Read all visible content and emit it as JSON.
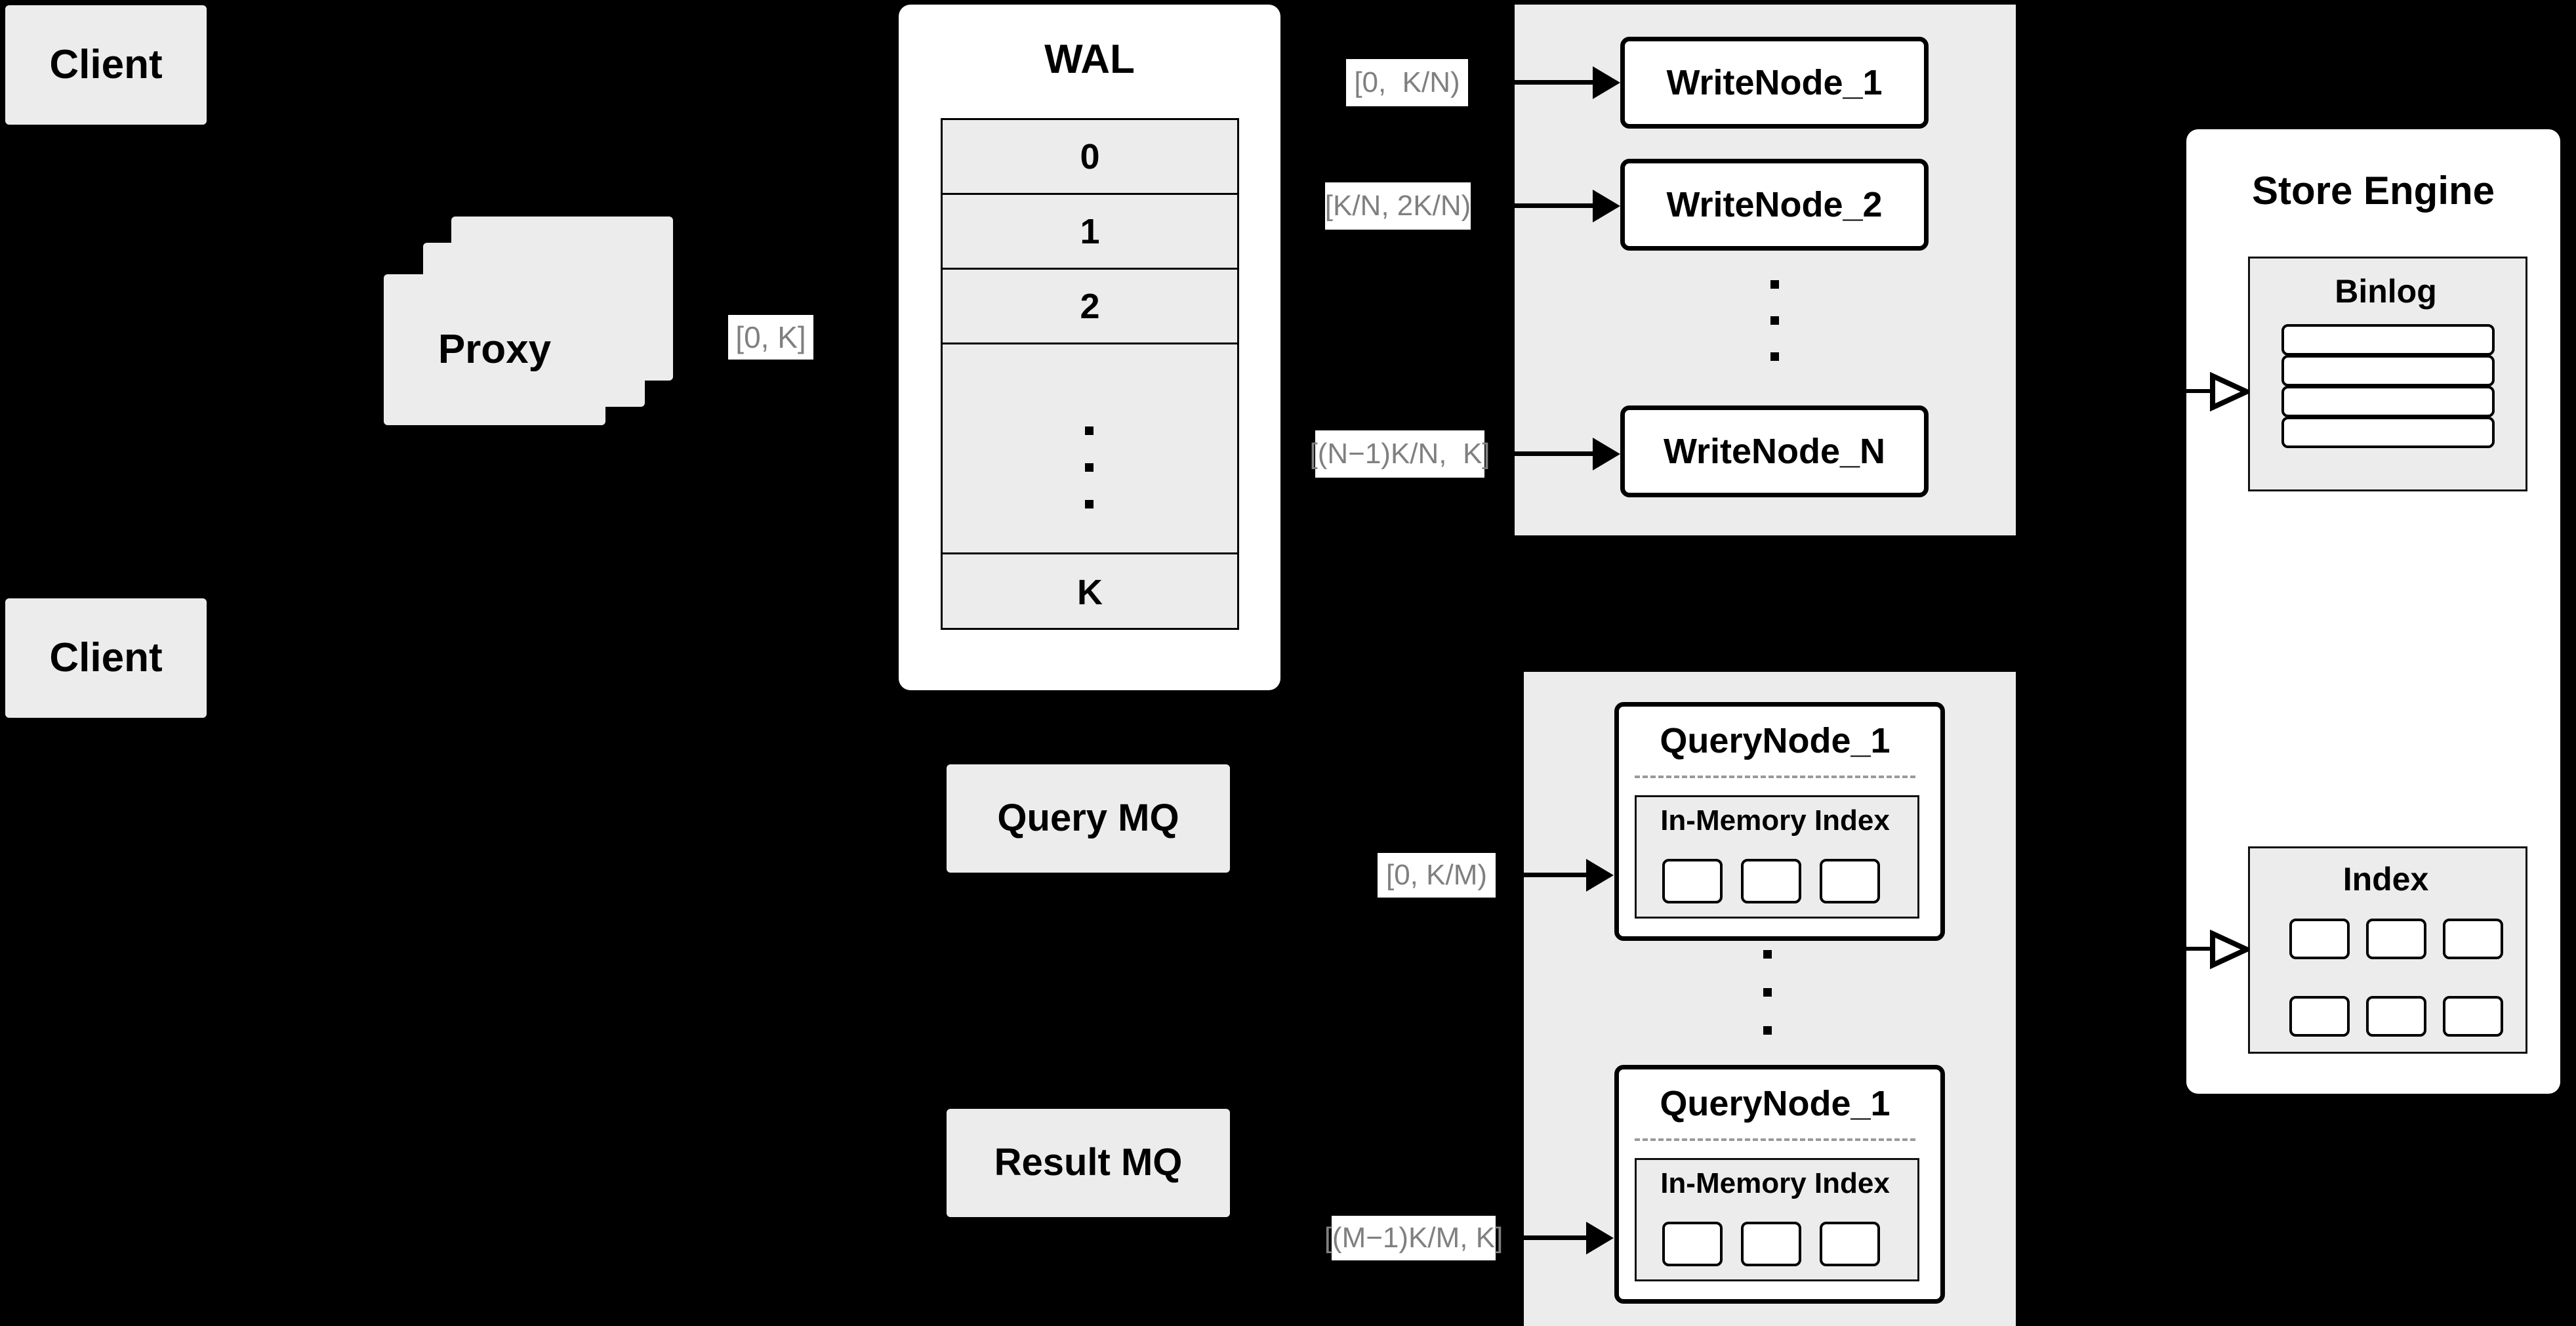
{
  "diagram": {
    "title": "Distributed vector database write/query architecture",
    "colors": {
      "background": "#000000",
      "block_fill": "#ececec",
      "panel_fill": "#ffffff",
      "stroke": "#000000",
      "label_text": "#808080",
      "dashed_separator": "#9a9a9a"
    }
  },
  "clients": [
    {
      "label": "Client"
    },
    {
      "label": "Client"
    }
  ],
  "proxy": {
    "label": "Proxy",
    "stack_count": 3
  },
  "wal": {
    "title": "WAL",
    "rows": [
      {
        "label": "0"
      },
      {
        "label": "1"
      },
      {
        "label": "2"
      },
      {
        "label": ""
      },
      {
        "label": "K"
      }
    ],
    "ellipsis_dots": 3
  },
  "message_queues": [
    {
      "label": "Query MQ"
    },
    {
      "label": "Result MQ"
    }
  ],
  "write_group": {
    "nodes": [
      {
        "label": "WriteNode_1"
      },
      {
        "label": "WriteNode_2"
      },
      {
        "label": "WriteNode_N"
      }
    ],
    "ellipsis_dots": 3
  },
  "query_group": {
    "nodes": [
      {
        "label": "QueryNode_1",
        "index_title": "In-Memory Index",
        "index_slots": 3
      },
      {
        "label": "QueryNode_1",
        "index_title": "In-Memory Index",
        "index_slots": 3
      }
    ],
    "ellipsis_dots": 3
  },
  "store_engine": {
    "title": "Store Engine",
    "binlog": {
      "title": "Binlog",
      "rows": 4
    },
    "index": {
      "title": "Index",
      "cells": 6
    }
  },
  "edges": [
    {
      "id": "proxy-to-wal",
      "label": "[0, K]"
    },
    {
      "id": "wal-to-writenode-1",
      "label": "[0,  K/N)"
    },
    {
      "id": "wal-to-writenode-2",
      "label": "[K/N, 2K/N)"
    },
    {
      "id": "wal-to-writenode-n",
      "label": "[(N−1)K/N,  K]"
    },
    {
      "id": "querymq-to-querynode-1",
      "label": "[0, K/M)"
    },
    {
      "id": "querymq-to-querynode-m",
      "label": "[(M−1)K/M, K]"
    },
    {
      "id": "writenodes-to-binlog",
      "label": ""
    },
    {
      "id": "querynodes-to-index",
      "label": ""
    }
  ]
}
